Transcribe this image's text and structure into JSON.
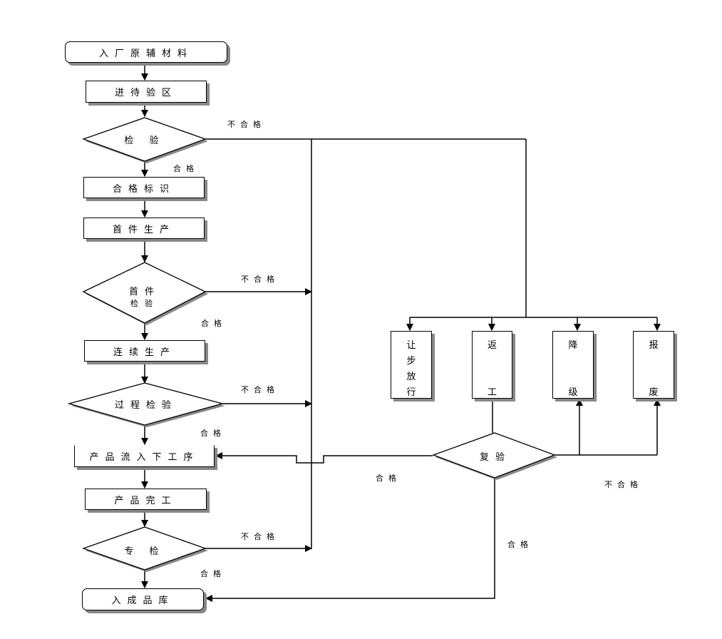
{
  "flowchart": {
    "main_flow": {
      "raw_materials": "入厂原辅材料",
      "pending_area": "进待验区",
      "inspection": "检  验",
      "qualified_mark": "合格标识",
      "first_piece_production": "首件生产",
      "first_piece_inspection_line1": "首件",
      "first_piece_inspection_line2": "检验",
      "continuous_production": "连续生产",
      "process_inspection": "过程检验",
      "next_process": "产品流入下工序",
      "product_completion": "产品完工",
      "special_inspection": "专  检",
      "finished_warehouse": "入成品库"
    },
    "dispositions": {
      "concession": [
        "让",
        "步",
        "放",
        "行"
      ],
      "rework": [
        "返",
        "工"
      ],
      "downgrade": [
        "降",
        "级"
      ],
      "scrap": [
        "报",
        "废"
      ]
    },
    "reinspection": "复验",
    "labels": {
      "inspection_fail": "不合格",
      "inspection_pass": "合格",
      "first_piece_fail": "不合格",
      "first_piece_pass": "合格",
      "process_fail": "不合格",
      "process_pass": "合格",
      "special_fail": "不合格",
      "special_pass": "合格",
      "reinspection_pass_left": "合格",
      "reinspection_fail": "不合格",
      "reinspection_pass_down": "合格"
    }
  }
}
